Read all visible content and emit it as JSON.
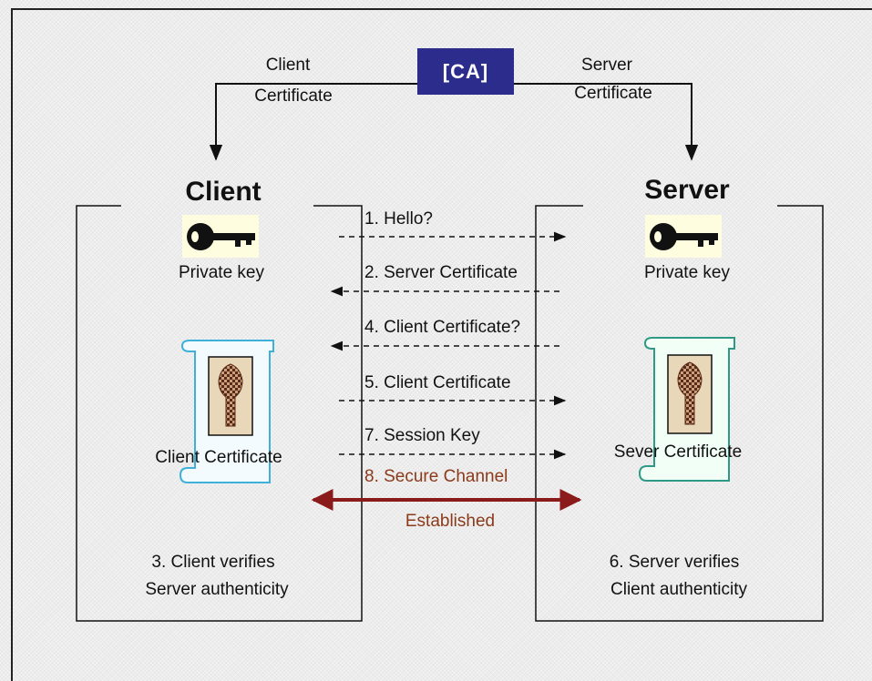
{
  "ca": {
    "label": "[CA]"
  },
  "top": {
    "client_cert_line1": "Client",
    "client_cert_line2": "Certificate",
    "server_cert_line1": "Server",
    "server_cert_line2": "Certificate"
  },
  "client": {
    "title": "Client",
    "private_key_label": "Private key",
    "certificate_label": "Client Certificate",
    "verify_line1": "3. Client verifies",
    "verify_line2": "Server authenticity"
  },
  "server": {
    "title": "Server",
    "private_key_label": "Private key",
    "certificate_label": "Sever Certificate",
    "verify_line1": "6. Server verifies",
    "verify_line2": "Client authenticity"
  },
  "messages": [
    {
      "label": "1. Hello?",
      "direction": "to-server"
    },
    {
      "label": "2. Server Certificate",
      "direction": "to-client"
    },
    {
      "label": "4. Client Certificate?",
      "direction": "to-client"
    },
    {
      "label": "5. Client Certificate",
      "direction": "to-server"
    },
    {
      "label": "7. Session Key",
      "direction": "to-server"
    }
  ],
  "secure": {
    "line1": "8. Secure Channel",
    "line2": "Established",
    "color": "#8b1a1a"
  },
  "colors": {
    "ca_box": "#2c2c8c",
    "client_scroll": "#3fb0d8",
    "server_scroll": "#2e9a86"
  }
}
